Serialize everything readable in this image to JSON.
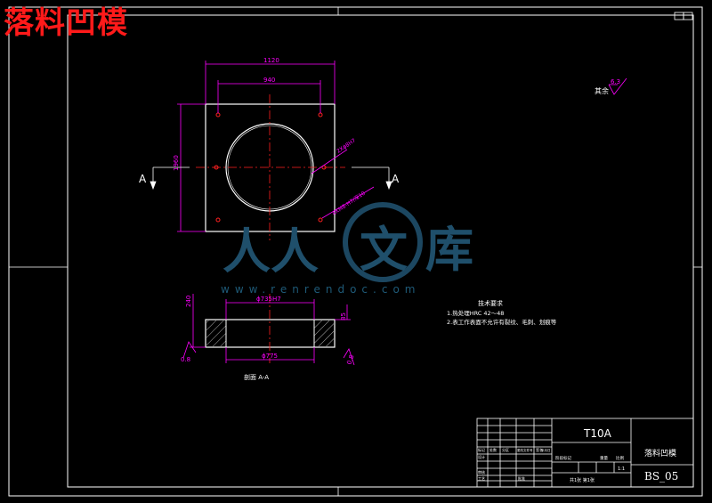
{
  "overlay_title": "落料凹模",
  "watermark": {
    "name1": "人人",
    "name2": "文",
    "name3": "库",
    "url": "www.renrendoc.com"
  },
  "drawing": {
    "dim_top_outer": "1120",
    "dim_top_inner": "940",
    "dim_left": "1960",
    "dim_dia_label": "2Xϕ8H7",
    "dim_holes_label": "4XM8-H7/深10",
    "section_mark_left": "A",
    "section_mark_right": "A",
    "roughness_label": "其余",
    "roughness_value": "6.3",
    "sec_dim_top": "ϕ735H7",
    "sec_dim_bottom": "ϕ775",
    "sec_dim_left": "240",
    "sec_dim_right": "85",
    "sec_dim_left_small": "0.8",
    "sec_dim_right_small": "0.8",
    "section_caption": "剖面 A-A",
    "notes_title": "技术要求",
    "note1": "1.热处理HRC 42～48",
    "note2": "2.表工作表面不允许有裂纹、毛刺、划痕等"
  },
  "titleblock": {
    "material": "T10A",
    "part_name": "落料凹模",
    "drawing_no": "BS_05",
    "scale": "1:1",
    "sheet": "共1张 第1张",
    "row_labels": [
      "标记",
      "处数",
      "分区",
      "更改文件号",
      "签名",
      "年月日"
    ],
    "designer_label": "设计",
    "review_label": "审核",
    "process_label": "工艺",
    "approve_label": "批准",
    "stage_label": "阶段标记",
    "weight_label": "重量",
    "scale_label": "比例"
  }
}
